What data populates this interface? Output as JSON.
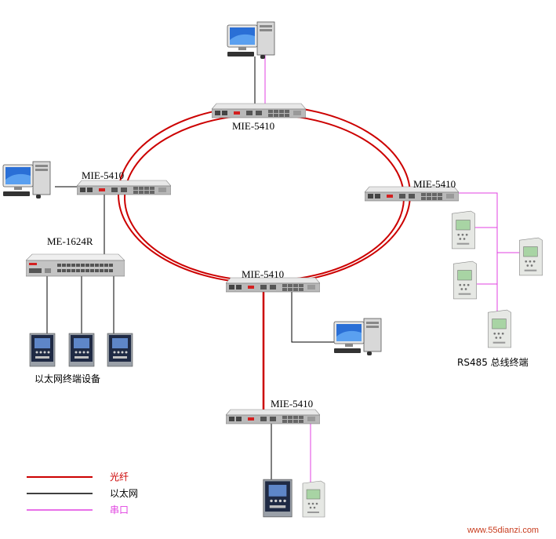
{
  "switches": {
    "top": "MIE-5410",
    "left": "MIE-5410",
    "right": "MIE-5410",
    "middle": "MIE-5410",
    "bottom": "MIE-5410"
  },
  "aggregator": "ME-1624R",
  "groups": {
    "ethernet_devices": "以太网终端设备",
    "rs485_devices": "RS485 总线终端"
  },
  "legend": [
    {
      "label": "光纤",
      "color": "#cc0000"
    },
    {
      "label": "以太网",
      "color": "#000000"
    },
    {
      "label": "串口",
      "color": "#e040e0"
    }
  ],
  "watermark": "www.55dianzi.com",
  "icons": {
    "computer": "computer-icon",
    "switch": "network-switch-icon",
    "relay": "protection-relay-icon"
  }
}
